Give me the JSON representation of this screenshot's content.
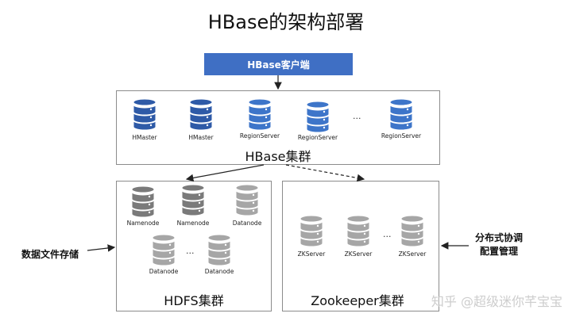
{
  "title": "HBase的架构部署",
  "client": {
    "label": "HBase客户端"
  },
  "hbase_cluster": {
    "label": "HBase集群",
    "nodes": [
      "HMaster",
      "HMaster",
      "RegionServer",
      "RegionServer",
      "RegionServer"
    ],
    "ellipsis": "..."
  },
  "hdfs_cluster": {
    "label": "HDFS集群",
    "nodes": [
      "Namenode",
      "Namenode",
      "Datanode",
      "Datanode",
      "Datanode"
    ],
    "ellipsis": "..."
  },
  "zookeeper_cluster": {
    "label": "Zookeeper集群",
    "nodes": [
      "ZKServer",
      "ZKServer",
      "ZKServer"
    ],
    "ellipsis": "..."
  },
  "left_annotation": "数据文件存储",
  "right_annotation": {
    "line1": "分布式协调",
    "line2": "配置管理"
  },
  "watermark": "知乎 @超级迷你芊宝宝",
  "colors": {
    "client_blue": "#3f6fc4",
    "hmaster_blue": "#2e5aa7",
    "regionserver_blue": "#3d75c9",
    "namenode_gray": "#7a7a7a",
    "datanode_gray": "#a6a6a6",
    "zkserver_gray": "#a6a6a6"
  }
}
